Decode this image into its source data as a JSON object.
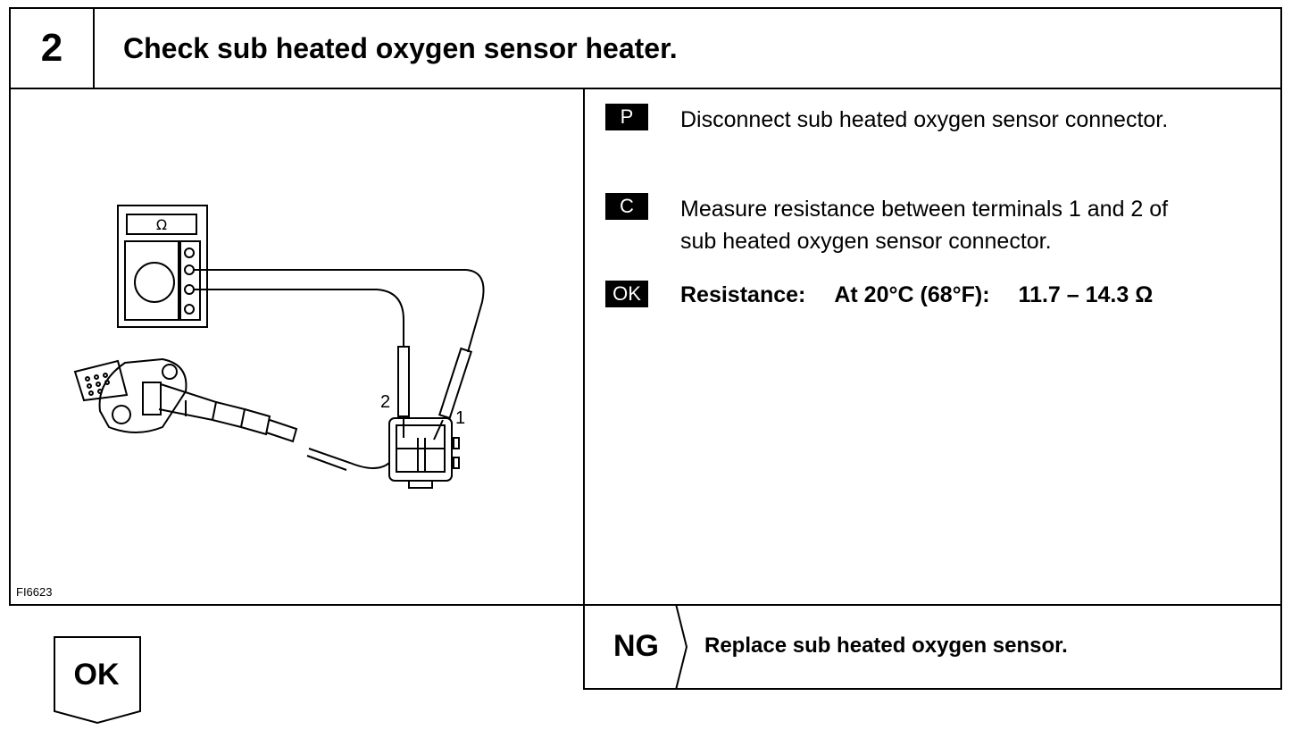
{
  "header": {
    "step_number": "2",
    "title": "Check sub heated oxygen sensor heater."
  },
  "figure": {
    "code": "FI6623",
    "terminal_2_label": "2",
    "terminal_1_label": "1",
    "meter_symbol": "Ω"
  },
  "steps": [
    {
      "badge": "P",
      "text": "Disconnect sub heated oxygen sensor connector."
    },
    {
      "badge": "C",
      "text_line1": "Measure resistance between terminals 1 and 2 of",
      "text_line2": "sub heated oxygen sensor connector."
    },
    {
      "badge": "OK",
      "spec_label": "Resistance:",
      "spec_condition": "At 20°C (68°F):",
      "spec_value": "11.7 – 14.3 Ω"
    }
  ],
  "ng": {
    "label": "NG",
    "action": "Replace sub heated oxygen sensor."
  },
  "ok_result": {
    "label": "OK"
  }
}
